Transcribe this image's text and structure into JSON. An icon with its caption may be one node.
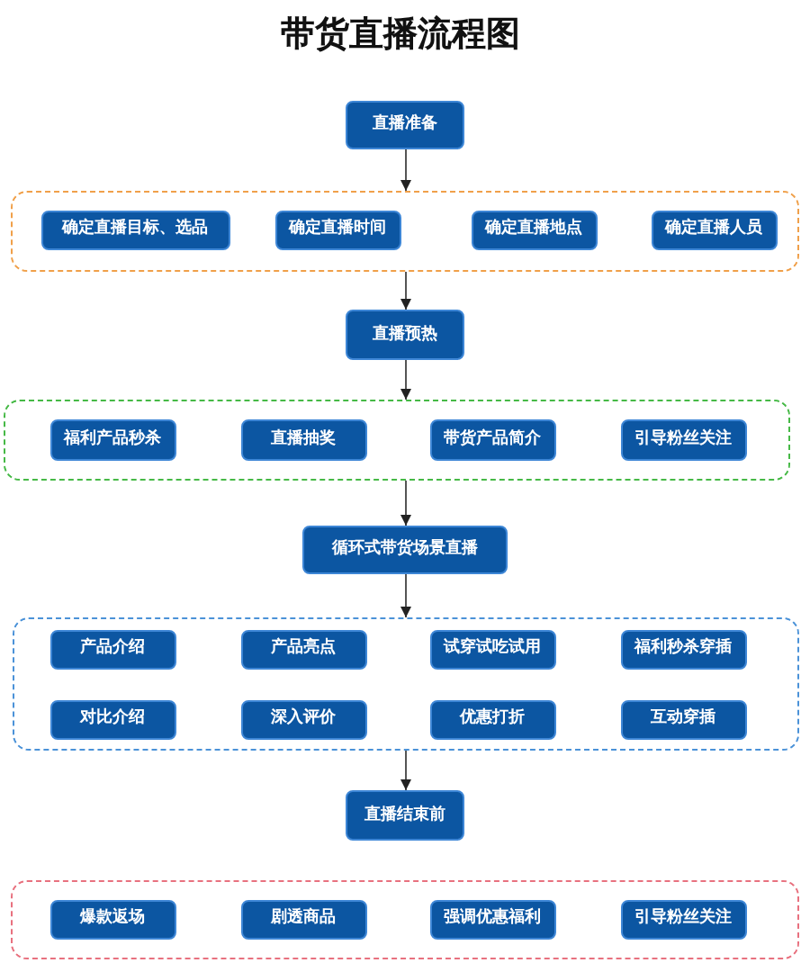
{
  "diagram": {
    "title": "带货直播流程图",
    "nodes": [
      {
        "text": [
          "直播准备"
        ]
      },
      {
        "text": [],
        "shape": "box"
      },
      {
        "text": [
          "确定直播目标、选品"
        ],
        "in": 1
      },
      {
        "text": [
          "确定直播时间"
        ],
        "in": 1
      },
      {
        "text": [
          "确定直播地点"
        ],
        "in": 1
      },
      {
        "text": [
          "确定直播人员"
        ],
        "in": 1
      },
      {
        "text": [
          "直播预热"
        ]
      },
      {
        "text": [],
        "shape": "box"
      },
      {
        "text": [
          "福利产品秒杀"
        ],
        "in": 7
      },
      {
        "text": [
          "直播抽奖"
        ],
        "in": 7
      },
      {
        "text": [
          "带货产品简介"
        ],
        "in": 7
      },
      {
        "text": [
          "引导粉丝关注"
        ],
        "in": 7
      },
      {
        "text": [
          "循环式带货场景直播"
        ]
      },
      {
        "text": [],
        "shape": "box"
      },
      {
        "text": [
          "产品介绍"
        ],
        "in": 13
      },
      {
        "text": [
          "产品亮点"
        ],
        "in": 13
      },
      {
        "text": [
          "试穿试吃试用"
        ],
        "in": 13
      },
      {
        "text": [
          "福利秒杀穿插"
        ],
        "in": 13
      },
      {
        "text": [
          "对比介绍"
        ],
        "in": 13
      },
      {
        "text": [
          "深入评价"
        ],
        "in": 13
      },
      {
        "text": [
          "优惠打折"
        ],
        "in": 13
      },
      {
        "text": [
          "互动穿插"
        ],
        "in": 13
      },
      {
        "text": [
          "直播结束前"
        ]
      },
      {
        "text": [],
        "shape": "box"
      },
      {
        "text": [
          "爆款返场"
        ],
        "in": 23
      },
      {
        "text": [
          "剧透商品"
        ],
        "in": 23
      },
      {
        "text": [
          "强调优惠福利"
        ],
        "in": 23
      },
      {
        "text": [
          "引导粉丝关注"
        ],
        "in": 23
      }
    ],
    "edges": [
      {
        "from": 0,
        "to": 1,
        "arrow": "to"
      },
      {
        "from": 1,
        "to": 6,
        "arrow": "to"
      },
      {
        "from": 6,
        "to": 7,
        "arrow": "to"
      },
      {
        "from": 7,
        "to": 12,
        "arrow": "to"
      },
      {
        "from": 12,
        "to": 13,
        "arrow": "to"
      },
      {
        "from": 13,
        "to": 22,
        "arrow": "to"
      }
    ]
  }
}
